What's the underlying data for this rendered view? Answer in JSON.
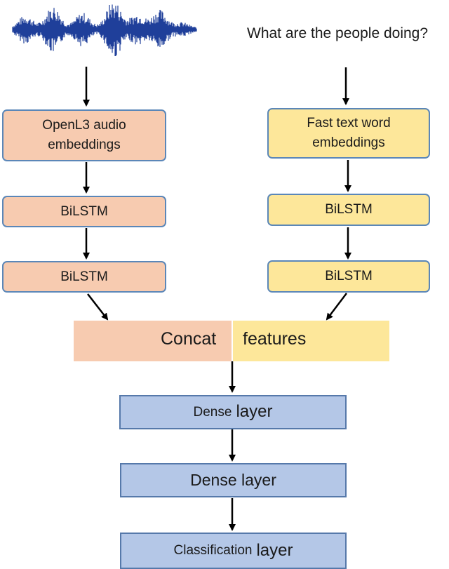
{
  "question": "What are the people doing?",
  "audio_branch": {
    "embed_line1": "OpenL3 audio",
    "embed_line2": "embeddings",
    "lstm1": "BiLSTM",
    "lstm2": "BiLSTM"
  },
  "text_branch": {
    "embed_line1": "Fast text word",
    "embed_line2": "embeddings",
    "lstm1": "BiLSTM",
    "lstm2": "BiLSTM"
  },
  "concat": {
    "left": "Concat",
    "right": "features"
  },
  "head": {
    "dense1_a": "Dense",
    "dense1_b": "layer",
    "dense2": "Dense layer",
    "classification_a": "Classification",
    "classification_b": "layer"
  },
  "colors": {
    "audio": "#f7cbb0",
    "text": "#fde79a",
    "dense": "#b4c7e7",
    "waveform": "#1f3f9a"
  }
}
